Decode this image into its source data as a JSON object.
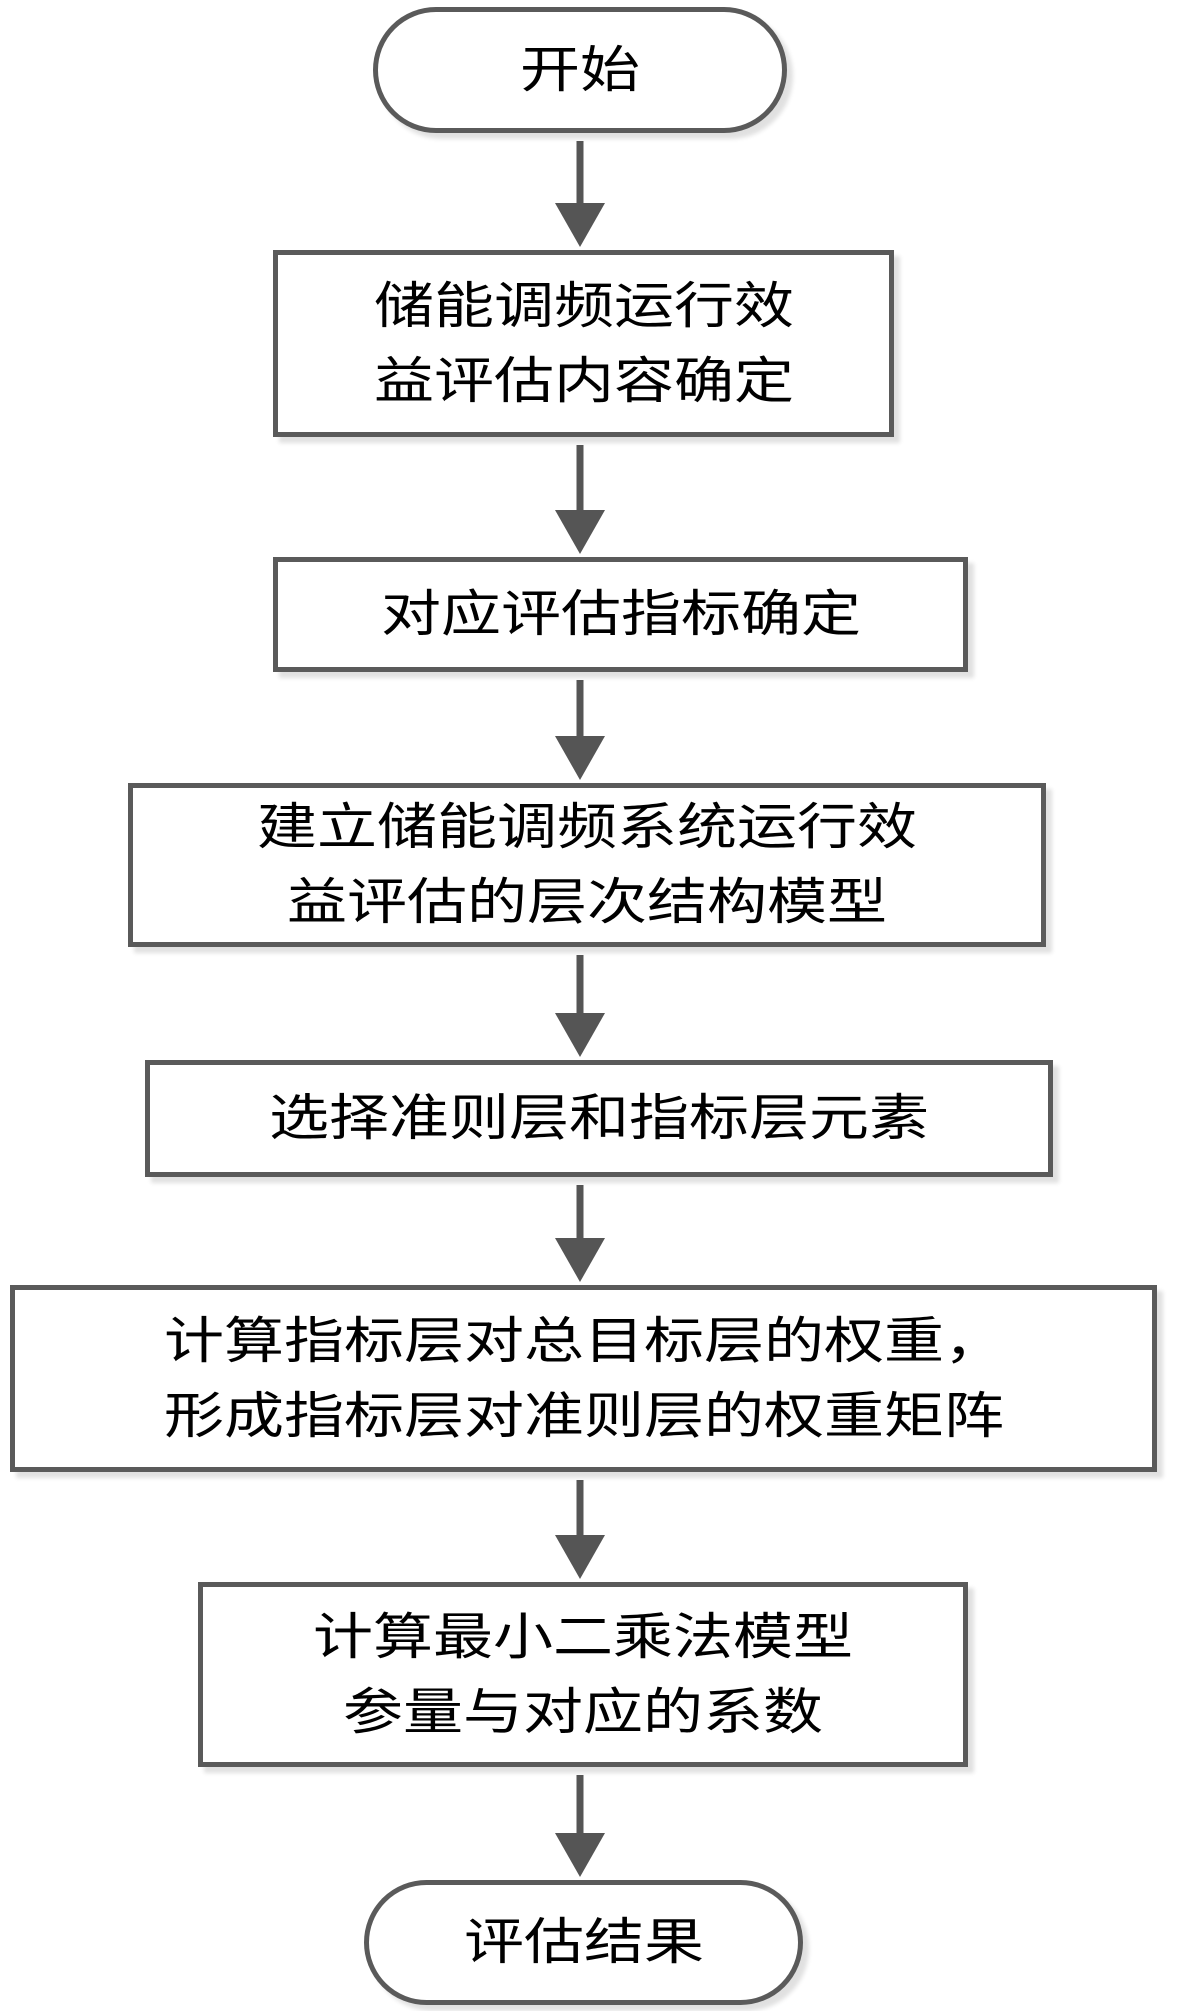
{
  "flowchart": {
    "nodes": [
      {
        "id": "start",
        "shape": "terminal",
        "text": "开始"
      },
      {
        "id": "step1",
        "shape": "process",
        "text": "储能调频运行效\n益评估内容确定"
      },
      {
        "id": "step2",
        "shape": "process",
        "text": "对应评估指标确定"
      },
      {
        "id": "step3",
        "shape": "process",
        "text": "建立储能调频系统运行效\n益评估的层次结构模型"
      },
      {
        "id": "step4",
        "shape": "process",
        "text": "选择准则层和指标层元素"
      },
      {
        "id": "step5",
        "shape": "process",
        "text": "计算指标层对总目标层的权重，\n形成指标层对准则层的权重矩阵"
      },
      {
        "id": "step6",
        "shape": "process",
        "text": "计算最小二乘法模型\n参量与对应的系数"
      },
      {
        "id": "end",
        "shape": "terminal",
        "text": "评估结果"
      }
    ],
    "edges": [
      {
        "from": "start",
        "to": "step1"
      },
      {
        "from": "step1",
        "to": "step2"
      },
      {
        "from": "step2",
        "to": "step3"
      },
      {
        "from": "step3",
        "to": "step4"
      },
      {
        "from": "step4",
        "to": "step5"
      },
      {
        "from": "step5",
        "to": "step6"
      },
      {
        "from": "step6",
        "to": "end"
      }
    ],
    "colors": {
      "stroke": "#5a5a5a",
      "fill": "#ffffff",
      "text": "#000000"
    }
  }
}
